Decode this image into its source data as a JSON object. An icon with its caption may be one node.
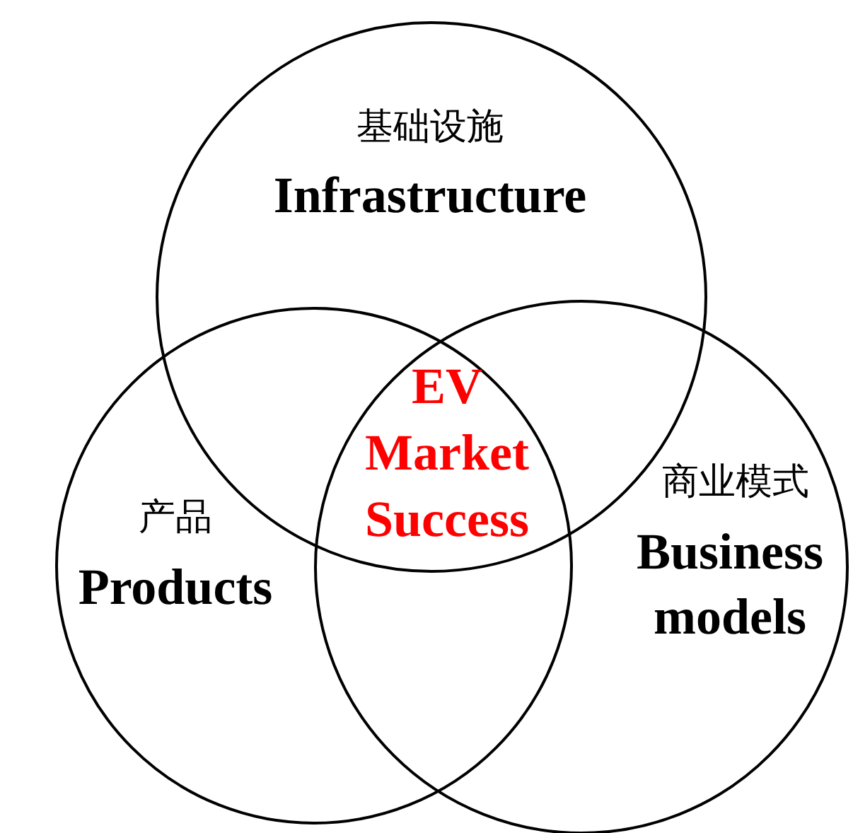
{
  "diagram": {
    "nodes": [
      {
        "text": [
          "基础设施",
          "Infrastructure"
        ]
      },
      {
        "text": [
          "产品",
          "Products"
        ]
      },
      {
        "text": [
          "商业模式",
          "Business models"
        ]
      }
    ],
    "labels": [
      "EV Market Success"
    ]
  }
}
